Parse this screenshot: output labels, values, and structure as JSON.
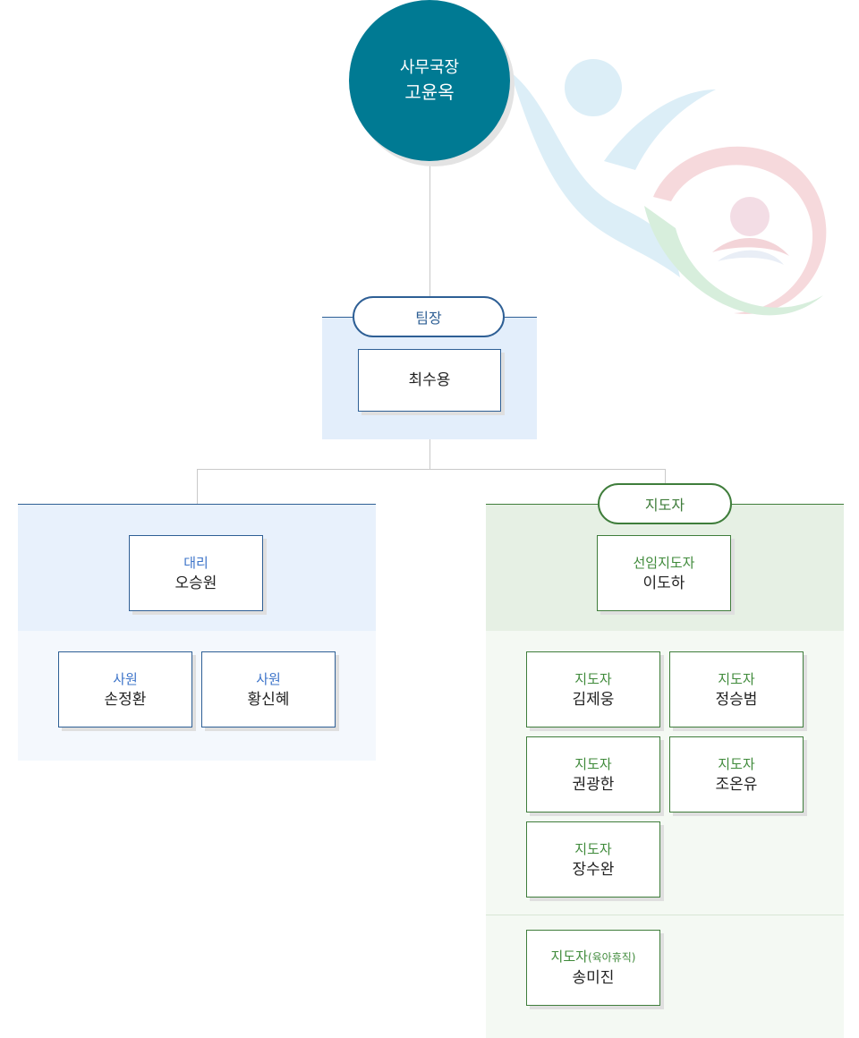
{
  "director": {
    "title": "사무국장",
    "name": "고윤옥"
  },
  "team": {
    "label": "팀장",
    "members": [
      {
        "name": "최수용"
      }
    ]
  },
  "left_group": {
    "lead": {
      "role": "대리",
      "name": "오승원"
    },
    "members": [
      {
        "role": "사원",
        "name": "손정환"
      },
      {
        "role": "사원",
        "name": "황신혜"
      }
    ]
  },
  "right_group": {
    "label": "지도자",
    "lead": {
      "role": "선임지도자",
      "name": "이도하"
    },
    "members": [
      {
        "role": "지도자",
        "name": "김제웅"
      },
      {
        "role": "지도자",
        "name": "정승범"
      },
      {
        "role": "지도자",
        "name": "권광한"
      },
      {
        "role": "지도자",
        "name": "조온유"
      },
      {
        "role": "지도자",
        "name": "장수완"
      }
    ],
    "on_leave": {
      "role": "지도자",
      "role_note": "(육아휴직)",
      "name": "송미진"
    }
  },
  "colors": {
    "director_bg": "#007a93",
    "team_blue": "#2e5f95",
    "role_blue": "#3d74c9",
    "team_green": "#3f7d3b",
    "role_green": "#3f8a3a"
  },
  "icons": {
    "watermark": "athlete-swirl-logo"
  }
}
